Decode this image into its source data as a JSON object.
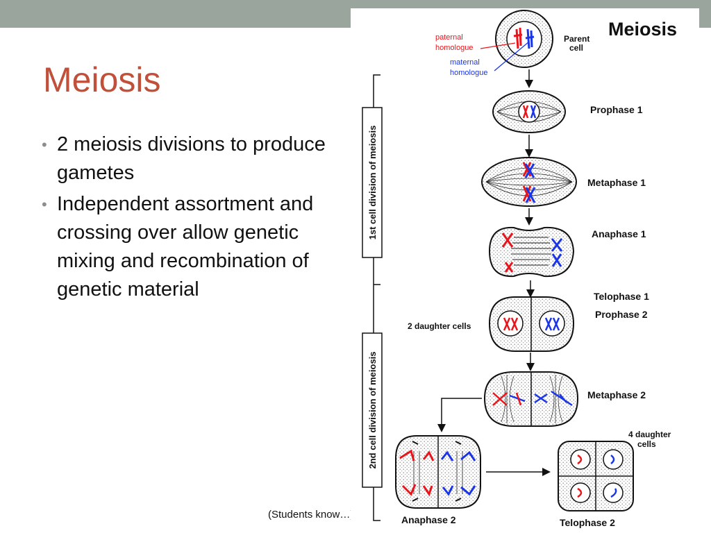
{
  "slide": {
    "title": "Meiosis",
    "bullets": [
      "2 meiosis divisions  to produce gametes",
      "Independent assortment and crossing over allow genetic mixing and recombination of genetic material"
    ],
    "note": "(Students know…)"
  },
  "diagram": {
    "title": "Meiosis",
    "labels": {
      "paternal_line1": "paternal",
      "paternal_line2": "homologue",
      "maternal_line1": "maternal",
      "maternal_line2": "homologue",
      "parent_line1": "Parent",
      "parent_line2": "cell",
      "prophase1": "Prophase 1",
      "metaphase1": "Metaphase 1",
      "anaphase1": "Anaphase 1",
      "telophase1": "Telophase 1",
      "prophase2": "Prophase 2",
      "two_daughter": "2 daughter cells",
      "metaphase2": "Metaphase 2",
      "four_daughter_line1": "4 daughter",
      "four_daughter_line2": "cells",
      "anaphase2": "Anaphase 2",
      "telophase2": "Telophase 2",
      "first_division": "1st cell division of meiosis",
      "second_division": "2nd cell division of meiosis"
    },
    "colors": {
      "paternal": "#e8151c",
      "maternal": "#1a35e6",
      "title": "#c0503a",
      "topbar": "#9aa59d"
    }
  }
}
